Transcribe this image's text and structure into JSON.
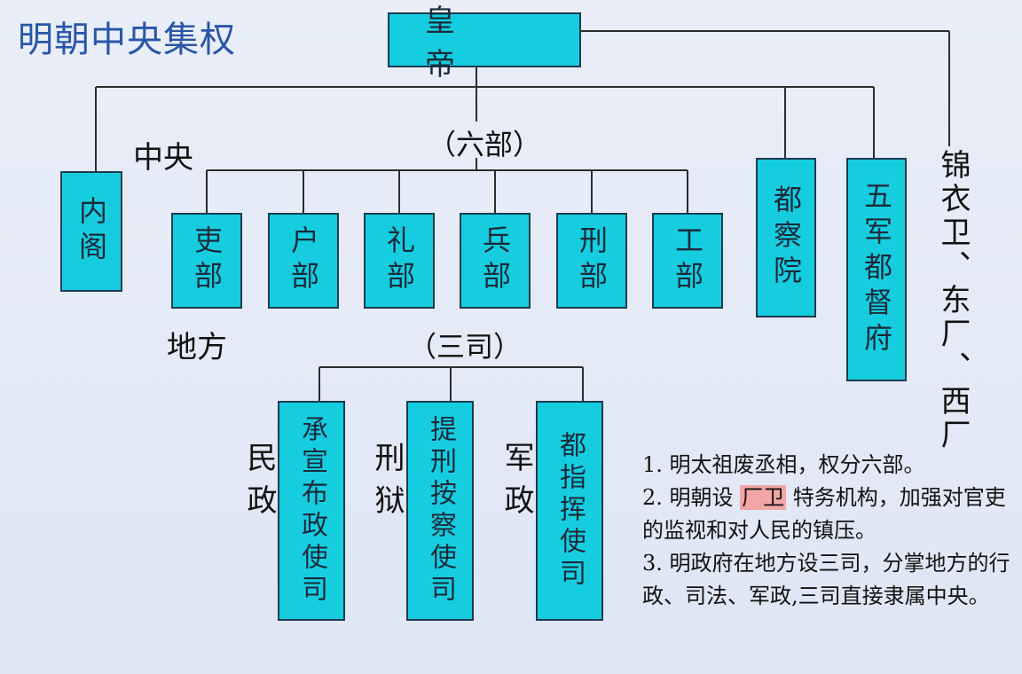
{
  "title": "明朝中央集权",
  "emperor": "皇 帝",
  "labels": {
    "six_ministries": "（六部）",
    "central": "中央",
    "local": "地方",
    "three_si": "（三司）",
    "civil": "民政",
    "justice": "刑狱",
    "military": "军政",
    "secret_police": "锦衣卫、东厂、西厂"
  },
  "boxes": {
    "neige": "内阁",
    "libu": "吏部",
    "hubu": "户部",
    "libu2": "礼部",
    "bingbu": "兵部",
    "xingbu": "刑部",
    "gongbu": "工部",
    "duchayuan": "都察院",
    "wujun": "五军都督府",
    "buzheng": "承宣布政使司",
    "anchashi": "提刑按察使司",
    "zhihuishi": "都指挥使司"
  },
  "notes": {
    "n1": "1. 明太祖废丞相，权分六部。",
    "n2_pre": "2. 明朝设 ",
    "n2_hl": "厂卫",
    "n2_post": " 特务机构，加强对官吏的监视和对人民的镇压。",
    "n3": "3. 明政府在地方设三司，分掌地方的行政、司法、军政,三司直接隶属中央。"
  }
}
